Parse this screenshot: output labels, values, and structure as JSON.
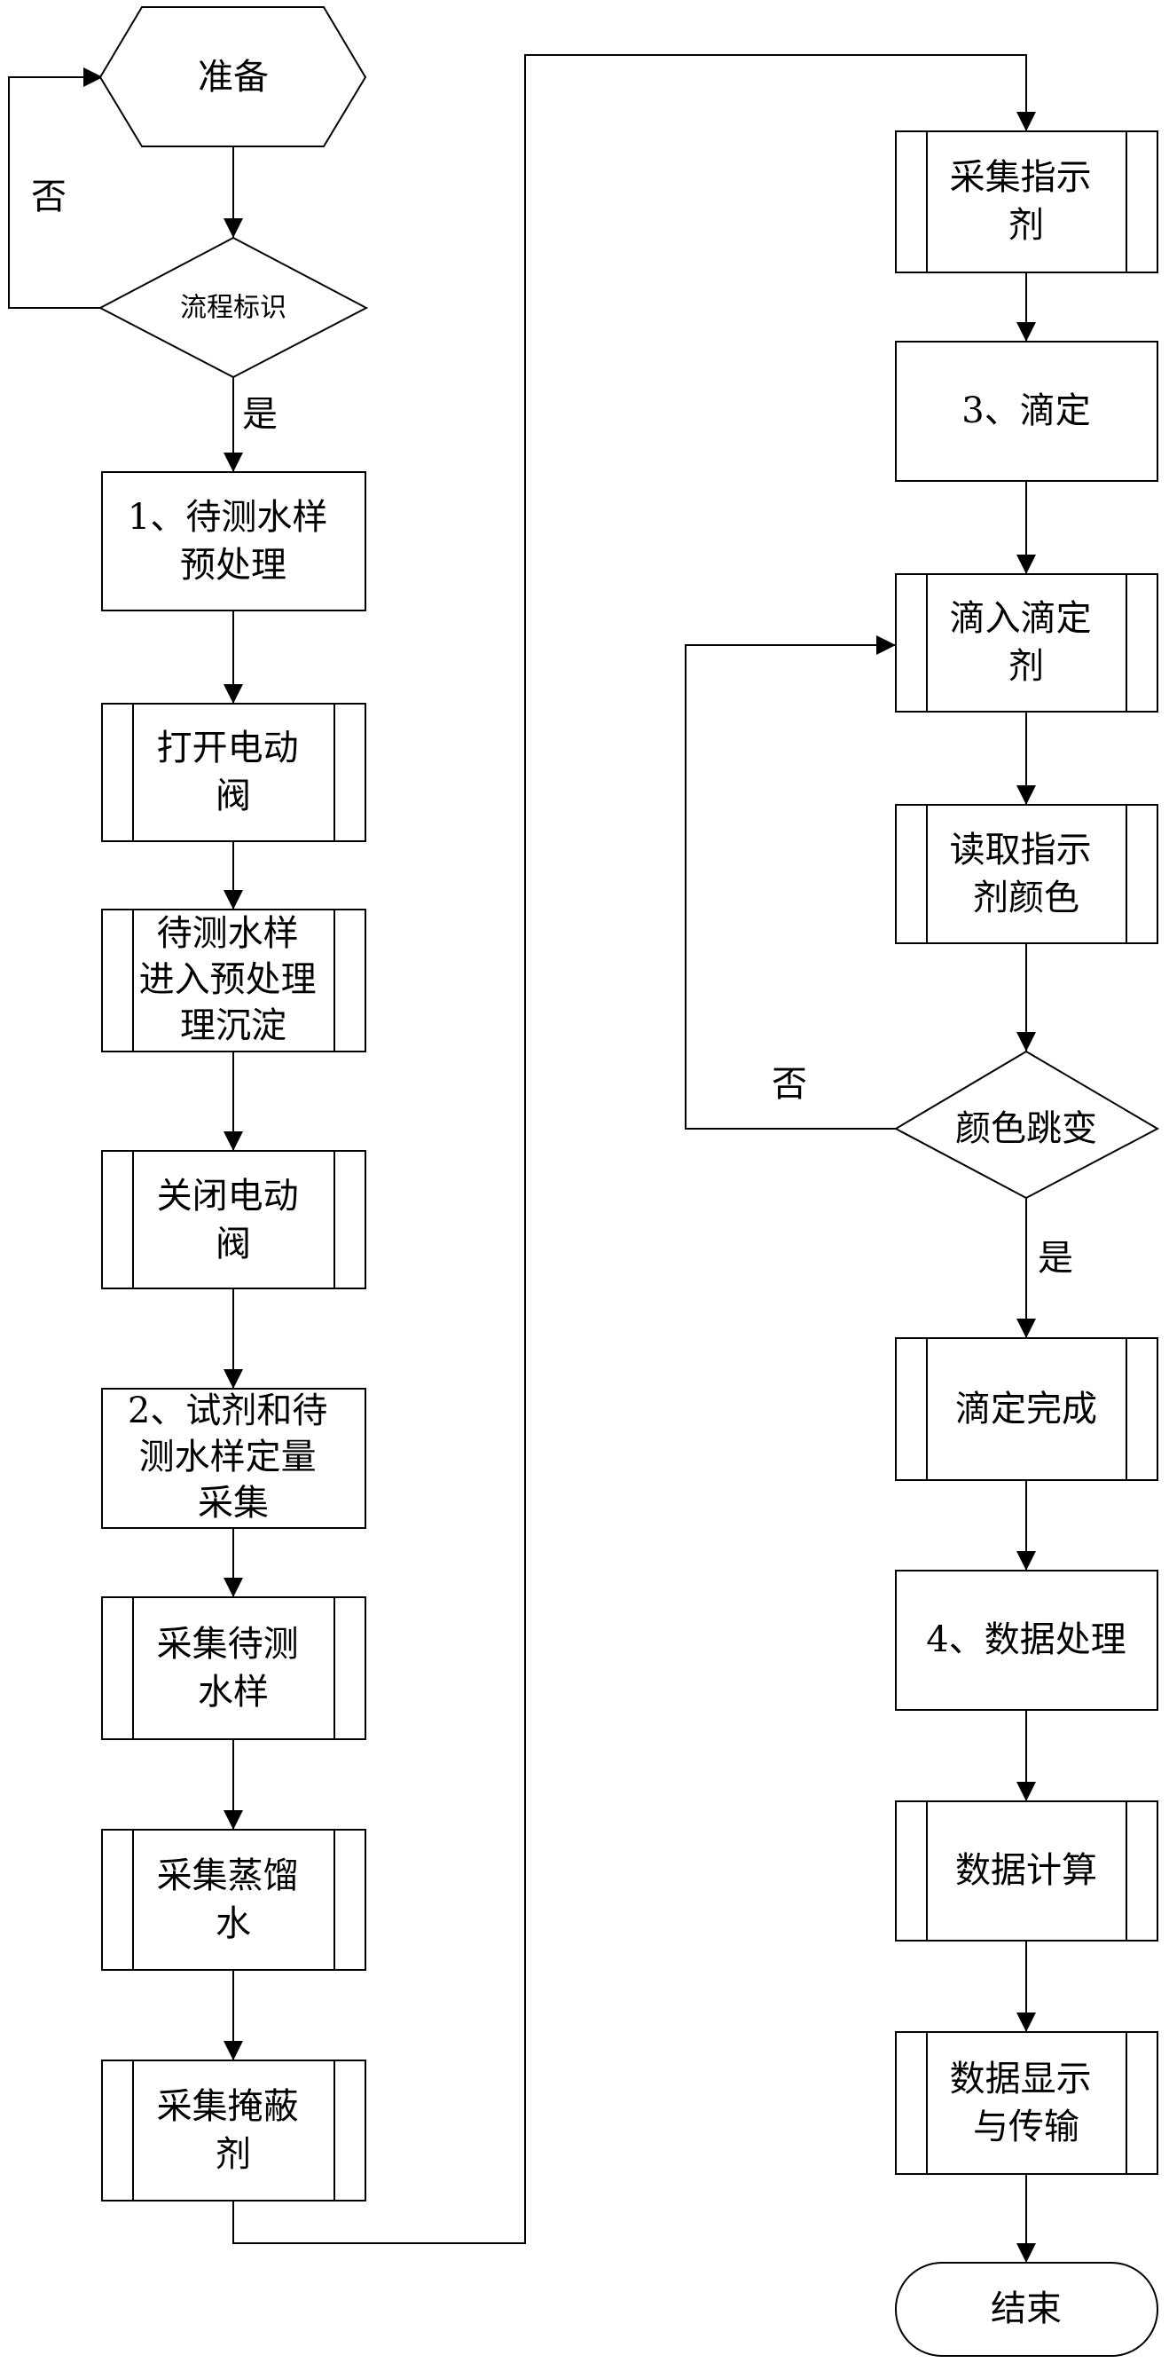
{
  "nodes": {
    "prepare": "准备",
    "flow_check": "流程标识",
    "step1": [
      "1、待测水样",
      "预处理"
    ],
    "open_valve": [
      "打开电动",
      "阀"
    ],
    "enter_pre": [
      "待测水样",
      "进入预处理",
      "理沉淀"
    ],
    "close_valve": [
      "关闭电动",
      "阀"
    ],
    "step2": [
      "2、试剂和待",
      "测水样定量",
      "采集"
    ],
    "collect_water": [
      "采集待测",
      "水样"
    ],
    "collect_distilled": [
      "采集蒸馏",
      "水"
    ],
    "collect_masking": [
      "采集掩蔽",
      "剂"
    ],
    "collect_indicator": [
      "采集指示",
      "剂"
    ],
    "step3": "3、滴定",
    "drip_titrant": [
      "滴入滴定",
      "剂"
    ],
    "read_color": [
      "读取指示",
      "剂颜色"
    ],
    "color_change": "颜色跳变",
    "titration_done": "滴定完成",
    "step4": "4、数据处理",
    "data_calc": "数据计算",
    "data_display": [
      "数据显示",
      "与传输"
    ],
    "end": "结束"
  },
  "edge_labels": {
    "flow_no": "否",
    "flow_yes": "是",
    "color_no": "否",
    "color_yes": "是"
  }
}
